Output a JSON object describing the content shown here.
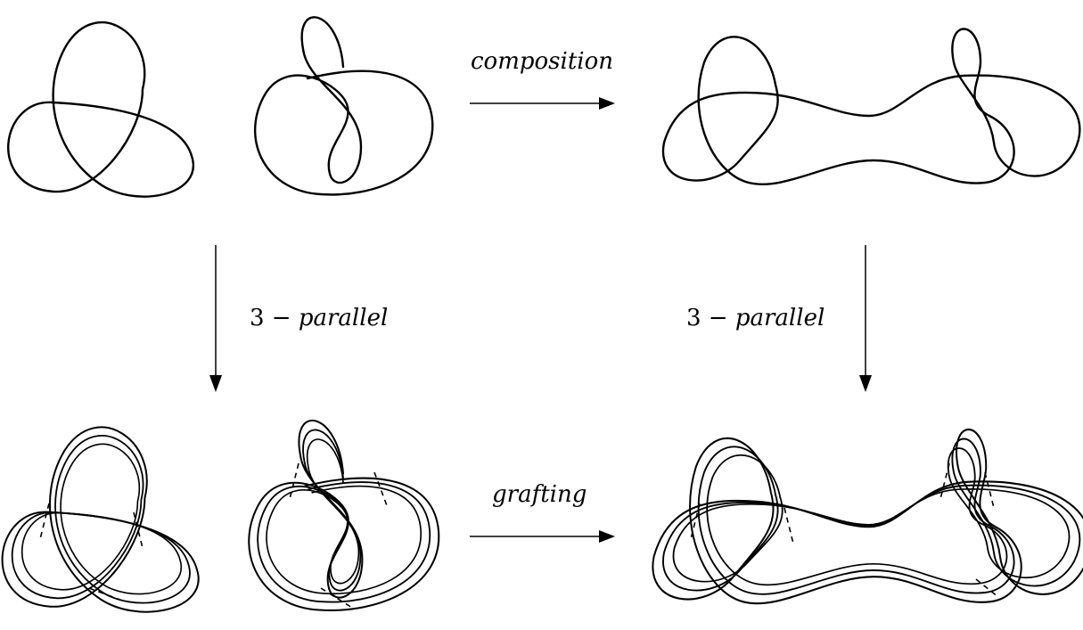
{
  "labels": {
    "top_arrow": "composition",
    "left_arrow_num": "3 −",
    "left_arrow_word": "parallel",
    "right_arrow_num": "3 −",
    "right_arrow_word": "parallel",
    "bottom_arrow": "grafting"
  },
  "colors": {
    "stroke": "#000000",
    "background": "#ffffff"
  }
}
